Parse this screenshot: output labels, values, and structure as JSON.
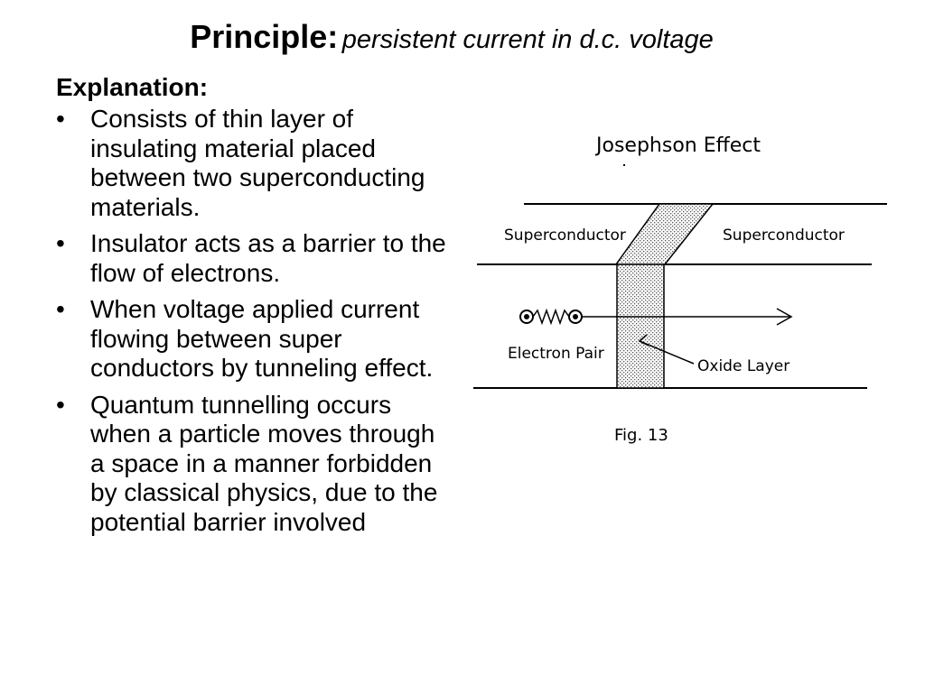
{
  "title": {
    "main": "Principle:",
    "sub": "persistent current in d.c. voltage"
  },
  "content": {
    "heading": "Explanation:",
    "bullets": [
      "Consists of thin layer of insulating material placed between two superconducting materials.",
      "Insulator acts as a barrier to the flow of electrons.",
      "When voltage applied current flowing between super conductors by tunneling effect.",
      "Quantum tunnelling occurs when a particle moves through a space in a manner forbidden by classical physics, due to the potential barrier involved"
    ]
  },
  "figure": {
    "title": "Josephson Effect",
    "label_left": "Superconductor",
    "label_right": "Superconductor",
    "label_pair": "Electron Pair",
    "label_oxide": "Oxide Layer",
    "caption": "Fig. 13"
  }
}
